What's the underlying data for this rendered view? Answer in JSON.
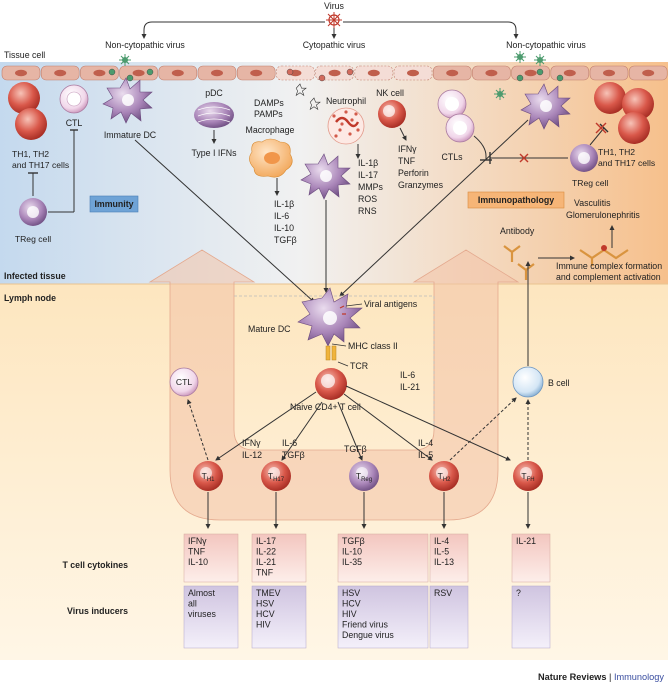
{
  "top": {
    "virus": "Virus",
    "non_cytopathic_left": "Non-cytopathic virus",
    "cytopathic": "Cytopathic virus",
    "non_cytopathic_right": "Non-cytopathic virus",
    "tissue_cell": "Tissue cell"
  },
  "infected": {
    "ctl": "CTL",
    "th_cells": [
      "TH1, TH2",
      "and TH17 cells"
    ],
    "treg": "TReg cell",
    "immature_dc": "Immature DC",
    "pdc": "pDC",
    "type1_ifns": "Type I IFNs",
    "damps": [
      "DAMPs",
      "PAMPs"
    ],
    "macrophage": "Macrophage",
    "macrophage_cytokines": [
      "IL-1β",
      "IL-6",
      "IL-10",
      "TGFβ"
    ],
    "neutrophil": "Neutrophil",
    "neutrophil_products": [
      "IL-1β",
      "IL-17",
      "MMPs",
      "ROS",
      "RNS"
    ],
    "nk_cell": "NK cell",
    "nk_products": [
      "IFNγ",
      "TNF",
      "Perforin",
      "Granzymes"
    ],
    "ctls": "CTLs",
    "treg_right": "TReg cell",
    "th_cells_right": [
      "TH1, TH2",
      "and TH17 cells"
    ],
    "immunity_box": "Immunity",
    "immunopathology_box": "Immunopathology",
    "vasculitis": [
      "Vasculitis",
      "Glomerulonephritis"
    ],
    "antibody": "Antibody",
    "immune_complex": [
      "Immune complex formation",
      "and complement activation"
    ],
    "infected_tissue": "Infected tissue"
  },
  "lymph": {
    "lymph_node": "Lymph node",
    "mature_dc": "Mature DC",
    "viral_antigens": "Viral antigens",
    "mhc": "MHC class II",
    "tcr": "TCR",
    "naive": "Naive CD4+ T cell",
    "ctl": "CTL",
    "b_cell": "B cell",
    "il6_il21": [
      "IL-6",
      "IL-21"
    ],
    "branch_labels": {
      "th1": [
        "IFNγ",
        "IL-12"
      ],
      "th17": [
        "IL-6",
        "TGFβ"
      ],
      "treg": [
        "TGFβ"
      ],
      "th2": [
        "IL-4",
        "IL-5"
      ]
    },
    "subsets": [
      {
        "id": "th1",
        "main": "T",
        "sub": "H1"
      },
      {
        "id": "th17",
        "main": "T",
        "sub": "H17"
      },
      {
        "id": "treg",
        "main": "T",
        "sub": "Reg"
      },
      {
        "id": "th2",
        "main": "T",
        "sub": "H2"
      },
      {
        "id": "tfh",
        "main": "T",
        "sub": "FH"
      }
    ]
  },
  "table": {
    "cytokines_label": "T cell cytokines",
    "inducers_label": "Virus inducers",
    "cytokines": [
      [
        "IFNγ",
        "TNF",
        "IL-10"
      ],
      [
        "IL-17",
        "IL-22",
        "IL-21",
        "TNF"
      ],
      [
        "TGFβ",
        "IL-10",
        "IL-35"
      ],
      [
        "IL-4",
        "IL-5",
        "IL-13"
      ],
      [
        "IL-21"
      ]
    ],
    "inducers": [
      [
        "Almost",
        "all",
        "viruses"
      ],
      [
        "TMEV",
        "HSV",
        "HCV",
        "HIV"
      ],
      [
        "HSV",
        "HCV",
        "HIV",
        "Friend virus",
        "Dengue virus"
      ],
      [
        "RSV"
      ],
      [
        "?"
      ]
    ]
  },
  "footer": {
    "journal": "Nature Reviews",
    "separator": " | ",
    "section": "Immunology"
  },
  "colors": {
    "journal_blue": "#3a4ea0",
    "tcell_red": "#b8312a",
    "immunity_box": "#6fa3d6",
    "immunopathology_box": "#f6b577"
  }
}
